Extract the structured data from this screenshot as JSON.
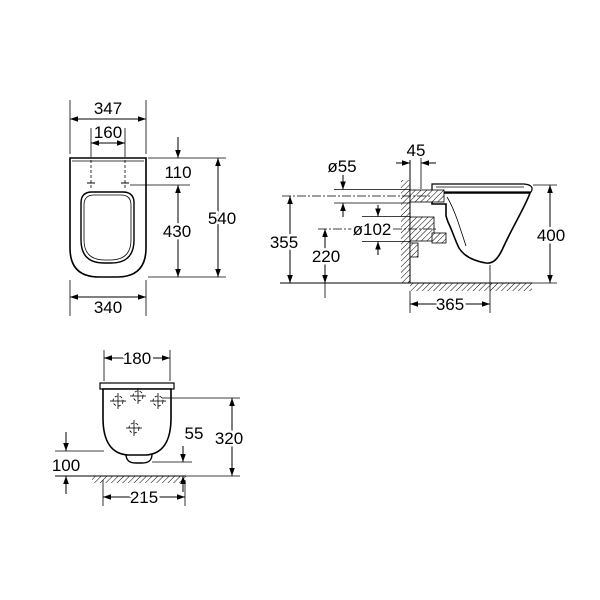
{
  "colors": {
    "ink": "#000000",
    "paper": "#ffffff"
  },
  "top_view": {
    "overall_width": "347",
    "hole_spacing": "160",
    "hole_offset": "110",
    "hole_to_front": "430",
    "overall_length": "540",
    "base_width": "340"
  },
  "side_view": {
    "inlet_diameter": "ø55",
    "wall_offset": "45",
    "inlet_height": "355",
    "outlet_height": "220",
    "outlet_diameter": "ø102",
    "rim_height": "400",
    "projection": "365"
  },
  "front_view": {
    "upper_width": "180",
    "bottom_clearance": "55",
    "inlet_height": "320",
    "bowl_height": "100",
    "base_width": "215"
  }
}
